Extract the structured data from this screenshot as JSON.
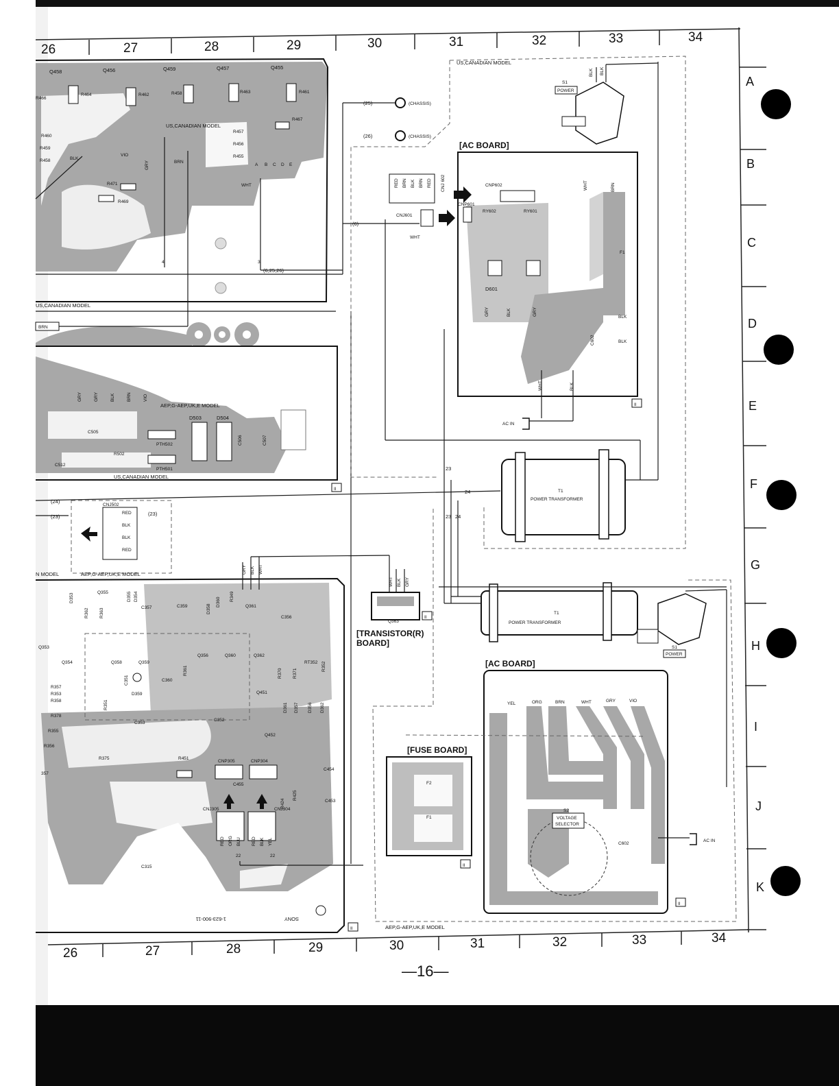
{
  "page_number": "—16—",
  "columns_top": [
    "26",
    "27",
    "28",
    "29",
    "30",
    "31",
    "32",
    "33",
    "34"
  ],
  "columns_bottom": [
    "26",
    "27",
    "28",
    "29",
    "30",
    "31",
    "32",
    "33",
    "34"
  ],
  "rows": [
    "A",
    "B",
    "C",
    "D",
    "E",
    "F",
    "G",
    "H",
    "I",
    "J",
    "K"
  ],
  "notes": {
    "us_canadian_top_right": "US,CANADIAN MODEL",
    "us_canadian_mid": "US,CANADIAN MODEL",
    "us_canadian_left": "US,CANADIAN MODEL",
    "us_canadian_bottom": "US,CANADIAN MODEL",
    "aep_left": "AEP,G-AEP,UK,E MODEL",
    "aep_cnj502": "AEP,G-AEP,UK,E MODEL",
    "aep_bottom": "AEP,G-AEP,UK,E MODEL",
    "model_left_fragment": "N MODEL"
  },
  "ac_board_top": {
    "title": "[AC BOARD]",
    "parts": {
      "cnp602": "CNP602",
      "cnp601": "CNP601",
      "ry602": "RY602",
      "ry601": "RY601",
      "d601": "D601",
      "f1": "F1",
      "c602": "C602",
      "cnj602": "CNJ 602",
      "cnj601": "CNJ601"
    },
    "wires": {
      "wht1": "WHT",
      "brn": "BRN",
      "blk1": "BLK",
      "blk2": "BLK",
      "wht2": "WHT",
      "blk3": "BLK",
      "gry1": "GRY",
      "blk4": "BLK",
      "gry2": "GRY"
    },
    "ac_in": "AC IN",
    "cnj_colors": [
      "RED",
      "BRN",
      "BLK",
      "BRN",
      "RED"
    ]
  },
  "ac_board_bottom": {
    "title": "[AC BOARD]",
    "wire_labels": [
      "YEL",
      "ORG",
      "BRN",
      "WHT",
      "GRY",
      "VIO"
    ],
    "s2": "S2",
    "s2_name": "VOLTAGE",
    "s2_name2": "SELECTOR",
    "c602": "C602",
    "ac_in": "AC IN"
  },
  "fuse_board": {
    "title": "[FUSE BOARD]",
    "f1": "F1",
    "f2": "F2"
  },
  "transistor_board": {
    "title_line1": "[TRANSISTOR(R)",
    "title_line2": " BOARD]",
    "q363": "Q363",
    "wires": [
      "WHT",
      "BLK",
      "GRY"
    ]
  },
  "transformer_1": {
    "ref": "T1",
    "name": "POWER TRANSFORMER"
  },
  "transformer_2": {
    "ref": "T1",
    "name": "POWER TRANSFORMER"
  },
  "switch_top": {
    "ref": "S1",
    "name": "POWER",
    "wires": [
      "BLK",
      "BLK"
    ]
  },
  "switch_bottom": {
    "ref": "S1",
    "name": "POWER"
  },
  "chassis": {
    "c25": "(25)",
    "c26": "(26)",
    "label": "(CHASSIS)"
  },
  "connectors": {
    "c6": "(6)",
    "c6_25_26": "(6,25,26)",
    "c24a": "(24)",
    "c23a": "(23)",
    "c23b": "(23)",
    "c24b": "(24)",
    "c24_side": "24",
    "c23_side": "23",
    "c23_v": "23",
    "c24_v": "24"
  },
  "cnj502": {
    "ref": "CNJ502",
    "colors": [
      "RED",
      "BLK",
      "BLK",
      "RED"
    ]
  },
  "top_left_parts": {
    "q458": "Q458",
    "q456": "Q456",
    "q459": "Q459",
    "q457": "Q457",
    "q455": "Q455",
    "r464": "R464",
    "r462": "R462",
    "r458": "R458",
    "r463": "R463",
    "r461": "R461",
    "r466": "R466",
    "r460": "R460",
    "r459": "R459",
    "r458b": "R458",
    "r457": "R457",
    "r456": "R456",
    "r455": "R455",
    "r467": "R467",
    "r471": "R471",
    "r469": "R469",
    "vio": "VIO",
    "gry": "GRY",
    "brn": "BRN",
    "blk": "BLK",
    "wht": "WHT",
    "abcde": [
      "A",
      "B",
      "C",
      "D",
      "E"
    ],
    "brn_left": "BRN",
    "n4": "4",
    "n3": "3"
  },
  "mid_left_parts": {
    "wires": [
      "GRY",
      "GRY",
      "BLK",
      "BRN",
      "VIO"
    ],
    "d503": "D503",
    "d504": "D504",
    "pth502": "PTH502",
    "pth501": "PTH501",
    "c505": "C505",
    "r502": "R502",
    "c512": "C512",
    "c506": "C506",
    "c507": "C507"
  },
  "bottom_left_parts": {
    "wires": [
      "GRY",
      "BLK",
      "WHT"
    ],
    "q355": "Q355",
    "d353": "D353",
    "d354": "D354",
    "r362": "R362",
    "r363": "R363",
    "c357": "C357",
    "c359": "C359",
    "d358": "D358",
    "d360": "D360",
    "r349": "R349",
    "q361": "Q361",
    "c356": "C356",
    "q353": "Q353",
    "q354": "Q354",
    "q358": "Q358",
    "q359": "Q359",
    "q356": "Q356",
    "q360": "Q360",
    "q362": "Q362",
    "d359": "D359",
    "r357": "R357",
    "r353": "R353",
    "r358": "R358",
    "r378": "R378",
    "r355": "R355",
    "r356": "R356",
    "c353": "C353",
    "c352": "C352",
    "q451": "Q451",
    "q452": "Q452",
    "d361": "D361",
    "d357": "D357",
    "d356": "D356",
    "d362": "D362",
    "r375": "R375",
    "r451": "R451",
    "cnp305": "CNP305",
    "cnp304": "CNP304",
    "c455": "C455",
    "c454": "C454",
    "c453": "C453",
    "r424": "R424",
    "r425": "R425",
    "cnj305": "CNJ305",
    "cnj304": "CNJ304",
    "c315": "C315",
    "c360": "C360",
    "rt352": "RT352",
    "r352": "R352",
    "r370": "R370",
    "r371": "R371",
    "cnj305_colors": [
      "RED",
      "ORG",
      "BLU"
    ],
    "cnj304_colors": [
      "RED",
      "BLK",
      "YEL"
    ],
    "n22a": "22",
    "n22b": "22",
    "sony": "SONY",
    "board_no": "1-623-900-11",
    "r357_fragment": "357",
    "r361": "R361",
    "c351": "C351",
    "r351": "R351",
    "d355": "D355"
  },
  "box_marks": [
    "II",
    "II",
    "II",
    "II",
    "II",
    "II",
    "II"
  ]
}
